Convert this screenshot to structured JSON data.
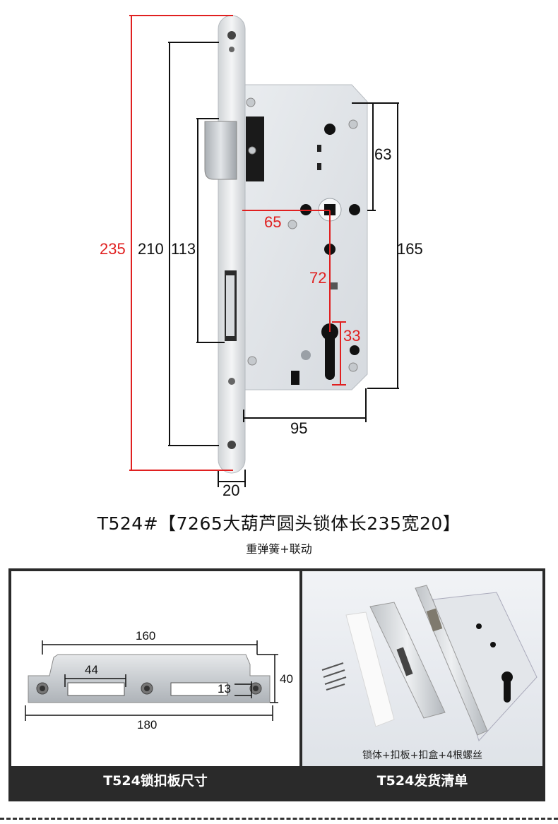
{
  "lock_drawing": {
    "dimensions": {
      "overall_length": "235",
      "screw_spacing": "210",
      "latch_length": "113",
      "backset": "65",
      "center_distance": "72",
      "cylinder_hole": "33",
      "top_offset": "63",
      "case_height": "165",
      "case_width": "95",
      "faceplate_width": "20"
    }
  },
  "product": {
    "title": "T524#【7265大葫芦圆头锁体长235宽20】",
    "subtitle": "重弹簧+联动"
  },
  "strike_panel": {
    "dimensions": {
      "length_inner": "160",
      "slot_length": "44",
      "slot_height": "13",
      "height": "40",
      "length_total": "180"
    },
    "caption": "T524锁扣板尺寸"
  },
  "package_panel": {
    "photo_caption": "锁体+扣板+扣盒+4根螺丝",
    "caption": "T524发货清单"
  },
  "colors": {
    "dimension_black": "#111111",
    "dimension_red": "#e02020",
    "panel_frame": "#2a2a2a",
    "caption_text": "#ffffff"
  }
}
